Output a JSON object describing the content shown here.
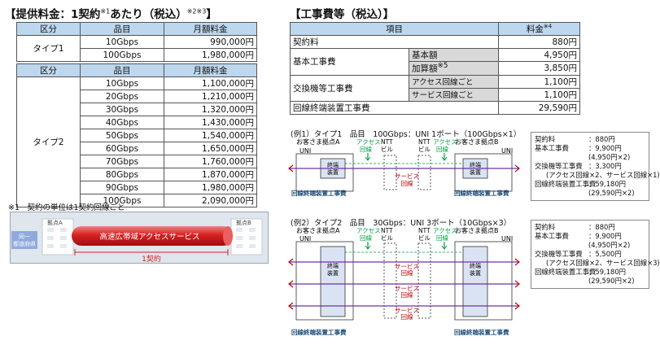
{
  "left_title": {
    "main": "【提供料金：1契約",
    "sup1": "※1",
    "after": "あたり（税込）",
    "sup2": "※2※3",
    "close": "】"
  },
  "table1": {
    "headers": [
      "区分",
      "品目",
      "月額料金"
    ],
    "type_label": "タイプ1",
    "rows": [
      {
        "item": "10Gbps",
        "price": "990,000円"
      },
      {
        "item": "100Gbps",
        "price": "1,980,000円"
      }
    ]
  },
  "table2": {
    "headers": [
      "区分",
      "品目",
      "月額料金"
    ],
    "type_label": "タイプ2",
    "rows": [
      {
        "item": "10Gbps",
        "price": "1,100,000円"
      },
      {
        "item": "20Gbps",
        "price": "1,210,000円"
      },
      {
        "item": "30Gbps",
        "price": "1,320,000円"
      },
      {
        "item": "40Gbps",
        "price": "1,430,000円"
      },
      {
        "item": "50Gbps",
        "price": "1,540,000円"
      },
      {
        "item": "60Gbps",
        "price": "1,650,000円"
      },
      {
        "item": "70Gbps",
        "price": "1,760,000円"
      },
      {
        "item": "80Gbps",
        "price": "1,870,000円"
      },
      {
        "item": "90Gbps",
        "price": "1,980,000円"
      },
      {
        "item": "100Gbps",
        "price": "2,090,000円"
      }
    ]
  },
  "note1": "※1　契約の単位は1契約回線ごと",
  "contract_diagram": {
    "left_site": "拠点A",
    "right_site": "拠点B",
    "prefecture": [
      "同一",
      "都道府県"
    ],
    "service": "高速広帯域アクセスサービス",
    "unit": "1契約",
    "colors": {
      "pipe": "#d92020",
      "side_box": "#8faadc",
      "panel": "#dfe6ee"
    }
  },
  "right_title": "【工事費等（税込）】",
  "fee_table": {
    "header_item": "項目",
    "header_price": "料金",
    "header_sup": "※4",
    "contract_fee": {
      "label": "契約料",
      "price": "880円"
    },
    "basic": {
      "label": "基本工事費",
      "sub1": "基本額",
      "price1": "4,950円",
      "sub2": "加算額",
      "sub2_sup": "※5",
      "price2": "3,850円"
    },
    "exchange": {
      "label": "交換機等工事費",
      "sub1": "アクセス回線ごと",
      "price1": "1,100円",
      "sub2": "サービス回線ごと",
      "price2": "1,100円"
    },
    "termination": {
      "label": "回線終端装置工事費",
      "price": "29,590円"
    }
  },
  "example1": {
    "title": "(例1）タイプ1　品目　100Gbps：UNI 1ポート（100Gbps×1）",
    "customer_a": "お客さま拠点A",
    "customer_b": "お客さま拠点B",
    "uni": "UNI",
    "access_line": [
      "アクセス",
      "回線"
    ],
    "ntt_building": [
      "NTT",
      "ビル"
    ],
    "service_line": [
      "サービス",
      "回線"
    ],
    "terminal": [
      "終端",
      "装置"
    ],
    "construction": "回線終端装置工事費",
    "summary": {
      "contract_label": "契約料",
      "contract_value": "：880円",
      "basic_label": "基本工事費",
      "basic_value": "：9,900円",
      "basic_detail": "(4,950円×2)",
      "exchange_label": "交換機等工事費",
      "exchange_value": "：3,300円",
      "exchange_detail": "(アクセス回線×2、サービス回線×1)",
      "termination_label": "回線終端装置工事費",
      "termination_value": "：59,180円",
      "termination_detail": "(29,590円×2)"
    }
  },
  "example2": {
    "title": "(例2）タイプ2　品目　30Gbps：UNI 3ポート（10Gbps×3）",
    "customer_a": "お客さま拠点A",
    "customer_b": "お客さま拠点B",
    "uni": "UNI",
    "access_line": [
      "アクセス",
      "回線"
    ],
    "ntt_building": [
      "NTT",
      "ビル"
    ],
    "service_line": [
      "サービス",
      "回線"
    ],
    "terminal": [
      "終端",
      "装置"
    ],
    "construction": "回線終端装置工事費",
    "summary": {
      "contract_label": "契約料",
      "contract_value": "：880円",
      "basic_label": "基本工事費",
      "basic_value": "：9,900円",
      "basic_detail": "(4,950円×2)",
      "exchange_label": "交換機等工事費",
      "exchange_value": "：5,500円",
      "exchange_detail": "(アクセス回線×2、サービス回線×3)",
      "termination_label": "回線終端装置工事費",
      "termination_value": "：59,180円",
      "termination_detail": "(29,590円×2)"
    }
  },
  "colors": {
    "header_fill": "#bdd7ee",
    "accent_green": "#00a040",
    "accent_red": "#c00000",
    "line_purple": "#7030a0",
    "device_fill": "#dae3f3"
  }
}
